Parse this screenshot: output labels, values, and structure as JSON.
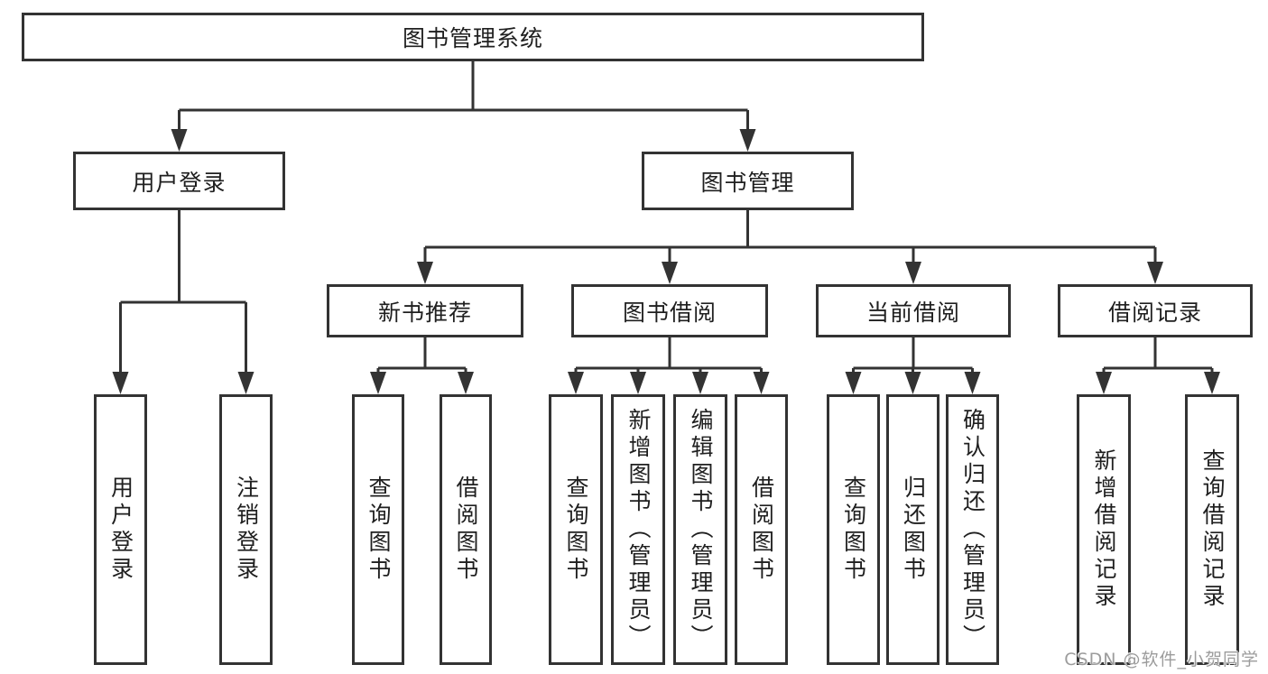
{
  "diagram": {
    "title": "图书管理系统",
    "root": {
      "label": "图书管理系统"
    },
    "level2": [
      {
        "label": "用户登录",
        "parent": "图书管理系统"
      },
      {
        "label": "图书管理",
        "parent": "图书管理系统"
      }
    ],
    "level3": [
      {
        "label": "新书推荐",
        "parent": "图书管理"
      },
      {
        "label": "图书借阅",
        "parent": "图书管理"
      },
      {
        "label": "当前借阅",
        "parent": "图书管理"
      },
      {
        "label": "借阅记录",
        "parent": "图书管理"
      }
    ],
    "leaves": [
      {
        "label": "用户登录",
        "parent": "用户登录"
      },
      {
        "label": "注销登录",
        "parent": "用户登录"
      },
      {
        "label": "查询图书",
        "parent": "新书推荐"
      },
      {
        "label": "借阅图书",
        "parent": "新书推荐"
      },
      {
        "label": "查询图书",
        "parent": "图书借阅"
      },
      {
        "label": "新增图书（管理员）",
        "parent": "图书借阅"
      },
      {
        "label": "编辑图书（管理员）",
        "parent": "图书借阅"
      },
      {
        "label": "借阅图书",
        "parent": "图书借阅"
      },
      {
        "label": "查询图书",
        "parent": "当前借阅"
      },
      {
        "label": "归还图书",
        "parent": "当前借阅"
      },
      {
        "label": "确认归还（管理员）",
        "parent": "当前借阅"
      },
      {
        "label": "新增借阅记录",
        "parent": "借阅记录"
      },
      {
        "label": "查询借阅记录",
        "parent": "借阅记录"
      }
    ],
    "colors": {
      "line": "#333333",
      "border": "#333333",
      "text": "#1f1f1f",
      "background": "#ffffff",
      "watermark": "#9c9c9c"
    }
  },
  "watermark": {
    "text": "CSDN @软件_小贺同学"
  }
}
